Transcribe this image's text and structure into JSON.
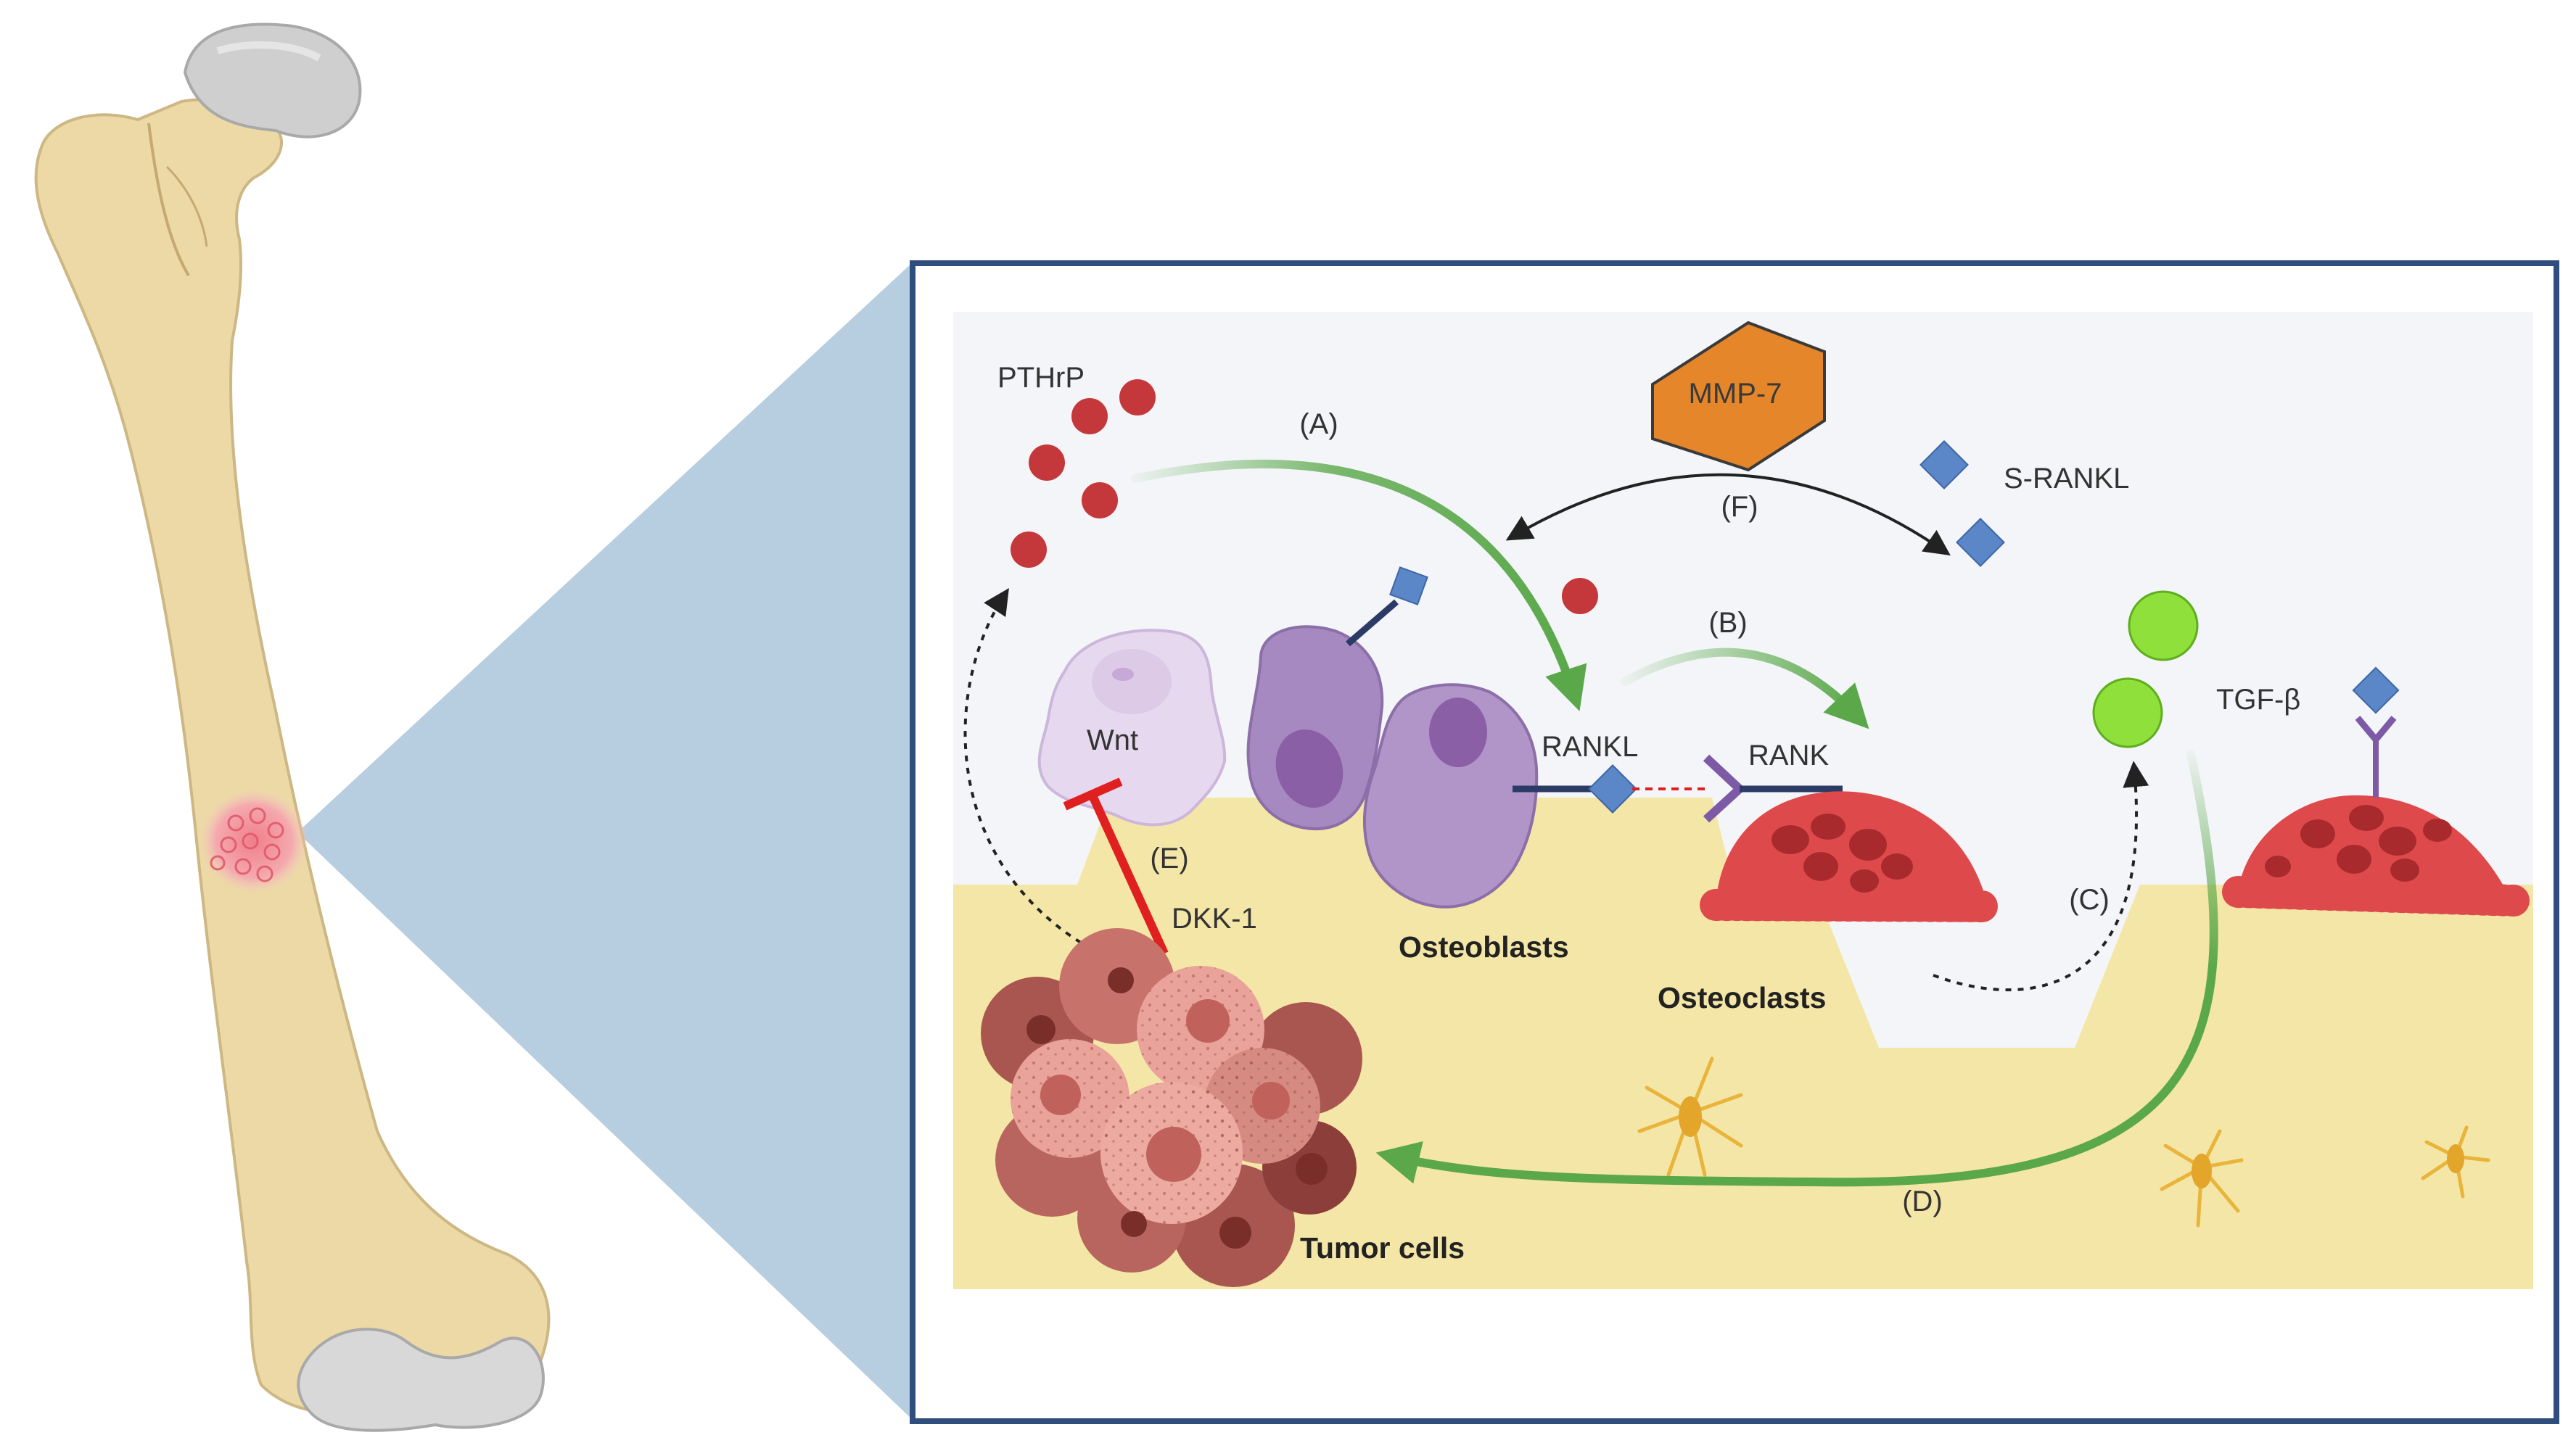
{
  "labels": {
    "pthrp": "PTHrP",
    "mmp7": "MMP-7",
    "s_rankl": "S-RANKL",
    "wnt": "Wnt",
    "rankl": "RANKL",
    "rank": "RANK",
    "tgf_beta": "TGF-β",
    "dkk1": "DKK-1",
    "osteoblasts": "Osteoblasts",
    "osteoclasts": "Osteoclasts",
    "tumor_cells": "Tumor cells"
  },
  "steps": {
    "a": "(A)",
    "b": "(B)",
    "c": "(C)",
    "d": "(D)",
    "e": "(E)",
    "f": "(F)"
  },
  "colors": {
    "bone": "#ecd9a6",
    "bone_matrix": "#f4e6a6",
    "panel_border": "#2f4d7d",
    "zoom_fill": "#b7cde0",
    "pthrp_dot": "#c4373a",
    "mmp7": "#e5862b",
    "rankl_diamond": "#5b86c8",
    "rank_receptor": "#7d5aa6",
    "osteoblast": "#a689c0",
    "wnt_cell": "#e6d8ee",
    "osteoclast": "#de4a4c",
    "tgf_beta": "#8fe03a",
    "tumor": "#d58a82",
    "arrow_green": "#5aa84a",
    "inhibition_red": "#e02020"
  }
}
